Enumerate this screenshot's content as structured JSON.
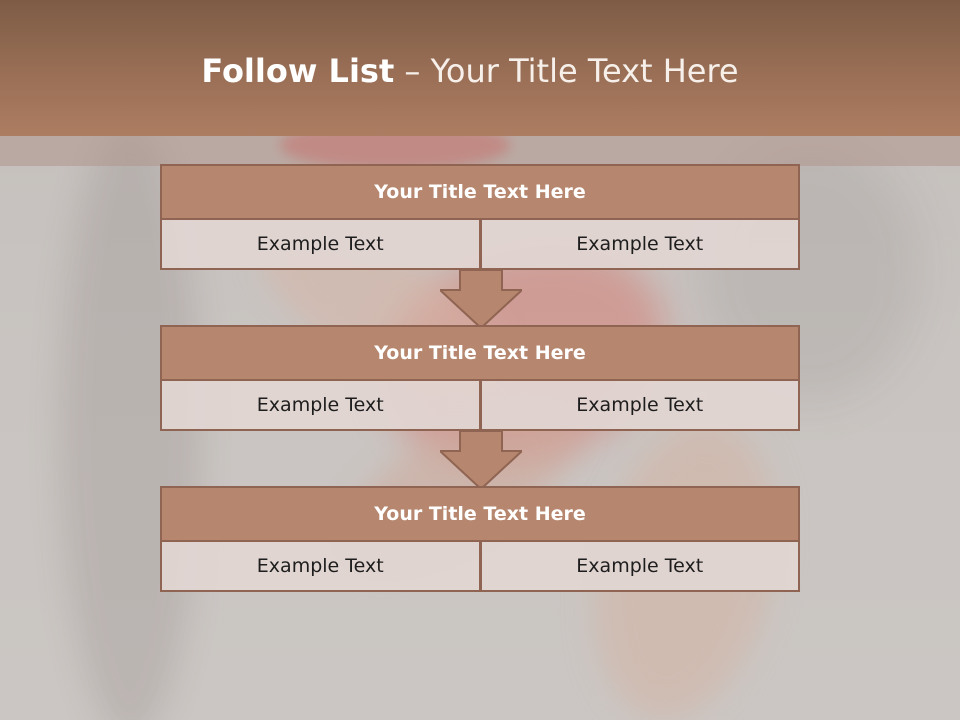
{
  "slide": {
    "title_bold": "Follow List",
    "title_rest": "  – Your Title Text Here",
    "colors": {
      "header": "#a97a60",
      "block_title": "#b6876e",
      "block_border": "#8f6452",
      "cell": "#e2d6d2"
    }
  },
  "blocks": [
    {
      "title": "Your Title Text Here",
      "left": "Example Text",
      "right": "Example Text"
    },
    {
      "title": "Your Title Text Here",
      "left": "Example Text",
      "right": "Example Text"
    },
    {
      "title": "Your Title Text Here",
      "left": "Example Text",
      "right": "Example Text"
    }
  ],
  "arrows": [
    {
      "icon": "arrow-down-icon"
    },
    {
      "icon": "arrow-down-icon"
    }
  ]
}
